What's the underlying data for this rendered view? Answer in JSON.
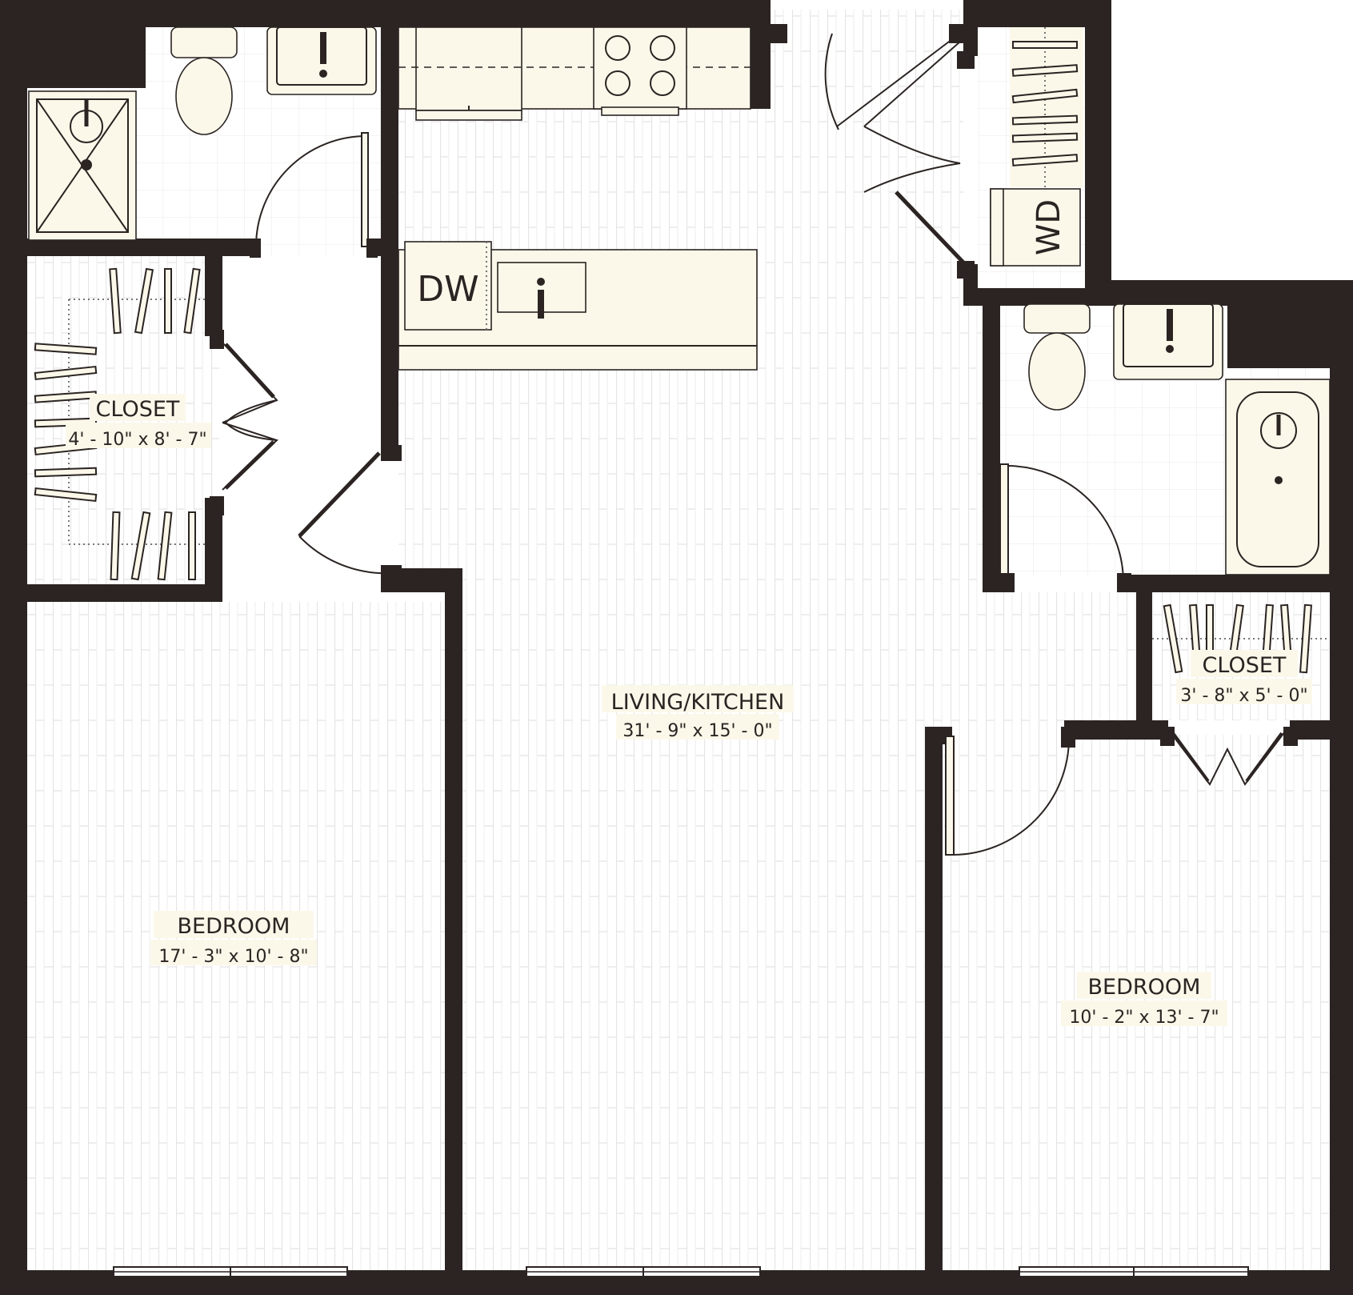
{
  "rooms": {
    "closet_left": {
      "name": "CLOSET",
      "dims": "4' - 10\" x 8' - 7\""
    },
    "bedroom_left": {
      "name": "BEDROOM",
      "dims": "17' - 3\" x  10' - 8\""
    },
    "living_kitchen": {
      "name": "LIVING/KITCHEN",
      "dims": "31' - 9\" x 15' - 0\""
    },
    "closet_right": {
      "name": "CLOSET",
      "dims": "3' - 8\" x 5' - 0\""
    },
    "bedroom_right": {
      "name": "BEDROOM",
      "dims": "10' - 2\" x  13' - 7\""
    }
  },
  "appliances": {
    "dishwasher": "DW",
    "washer_dryer": "WD"
  },
  "colors": {
    "wall": "#2b2422",
    "floor": "#ffffff",
    "wood_line": "#e4e4e4",
    "fixture_fill": "#fbf8ea",
    "tile_line": "#eeeeee"
  }
}
